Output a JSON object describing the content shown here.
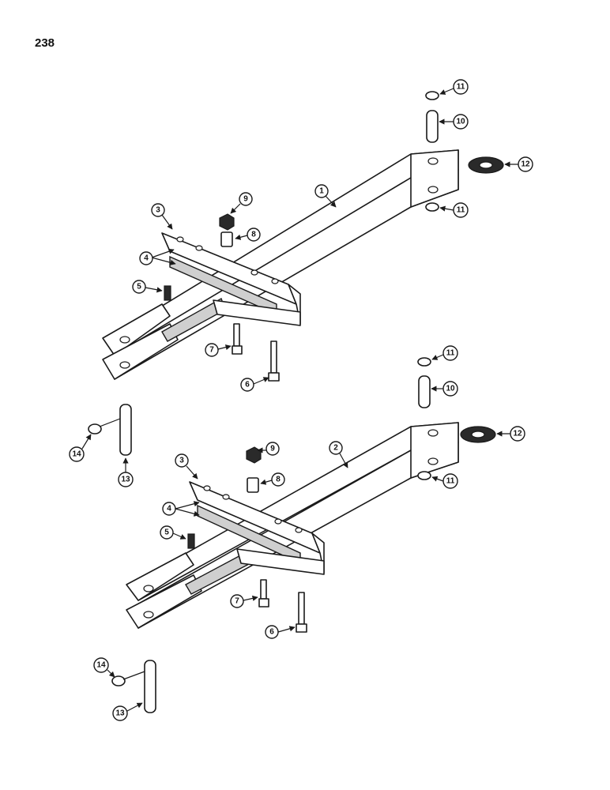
{
  "page": {
    "number": "238"
  },
  "callouts": {
    "c1": "1",
    "c2": "2",
    "c3": "3",
    "c4": "4",
    "c5": "5",
    "c6": "6",
    "c7": "7",
    "c8": "8",
    "c9": "9",
    "c10": "10",
    "c11": "11",
    "c12": "12",
    "c13": "13",
    "c14": "14"
  }
}
